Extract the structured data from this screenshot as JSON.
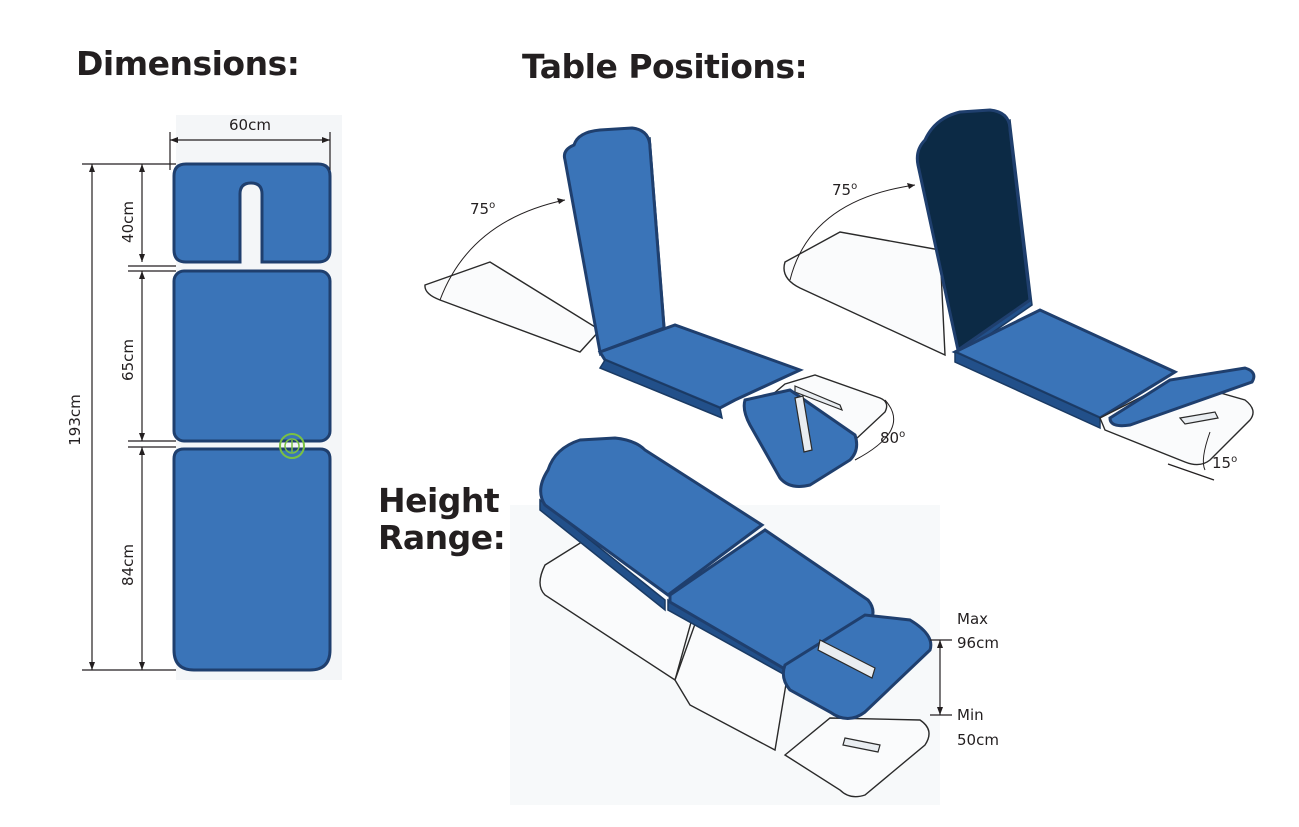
{
  "headings": {
    "dimensions": "Dimensions:",
    "table_positions": "Table Positions:",
    "height_range_line1": "Height",
    "height_range_line2": "Range:"
  },
  "dimensions": {
    "width": "60cm",
    "total_length": "193cm",
    "head_section": "40cm",
    "middle_section": "65cm",
    "leg_section": "84cm"
  },
  "positions": {
    "left_back_angle": "75",
    "left_head_angle": "80",
    "right_back_angle": "75",
    "right_leg_angle": "15",
    "degree_mark": "o"
  },
  "height_range": {
    "max_label": "Max",
    "max_value": "96cm",
    "min_label": "Min",
    "min_value": "50cm"
  },
  "colors": {
    "pad_blue": "#3a74b8",
    "pad_dark": "#0c2a45",
    "outline": "#1f3f6e",
    "text": "#231f20"
  }
}
